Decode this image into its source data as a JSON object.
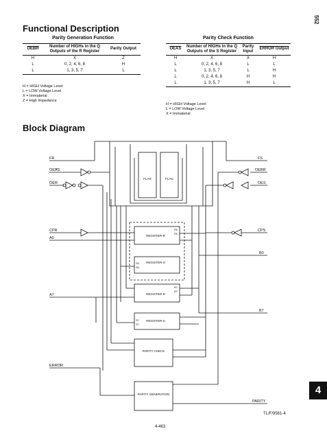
{
  "side_label": "552",
  "functional_description": {
    "heading": "Functional Description",
    "gen_table": {
      "caption": "Parity Generation Function",
      "headers": [
        "OEBR",
        "Number of HIGHs in the Q Outputs of the R Register",
        "Parity Output"
      ],
      "rows": [
        [
          "H",
          "X",
          "Z"
        ],
        [
          "L",
          "0, 2, 4, 6, 8",
          "H"
        ],
        [
          "L",
          "1, 3, 5, 7",
          "L"
        ]
      ],
      "legend": [
        "H = HIGH Voltage Level",
        "L = LOW Voltage Level",
        "X = Immaterial",
        "Z = High Impedance"
      ]
    },
    "chk_table": {
      "caption": "Parity Check Function",
      "headers": [
        "OEAS",
        "Number of HIGHs in the Q Outputs of the S Register",
        "Parity Input",
        "ERROR Output"
      ],
      "rows": [
        [
          "H",
          "X",
          "X",
          "H"
        ],
        [
          "L",
          "0, 2, 4, 6, 8",
          "L",
          "L"
        ],
        [
          "L",
          "1, 3, 5, 7",
          "L",
          "H"
        ],
        [
          "L",
          "0, 2, 4, 6, 8",
          "H",
          "H"
        ],
        [
          "L",
          "1, 3, 5, 7",
          "H",
          "L"
        ]
      ],
      "legend": [
        "H = HIGH Voltage Level",
        "L = LOW Voltage Level",
        "X = Immaterial"
      ]
    }
  },
  "block_diagram": {
    "heading": "Block Diagram",
    "pins": {
      "fr": "FR",
      "oeas": "OEAS",
      "oer": "OER",
      "cpr": "CPR",
      "a0": "A0",
      "a7": "A7",
      "error": "ERROR",
      "fs": "FS",
      "oebr": "OEBR",
      "oes": "OES",
      "cps": "CPS",
      "b0": "B0",
      "b7": "B7",
      "parity": "PARITY"
    },
    "blocks": {
      "flag_left": "FLAG",
      "flag_right": "FLAG",
      "register_r_1": "REGISTER-R",
      "register_s_1": "REGISTER-S",
      "register_r_2": "REGISTER-R",
      "register_s_2": "REGISTER-S",
      "parity_check": "PARITY CHECK",
      "parity_generation": "PARITY GENERATION"
    },
    "register_pins": {
      "r1a": "R0",
      "r1b": "R0",
      "s1a": "S0",
      "s1b": "S0",
      "r2a": "R7",
      "r2b": "R7",
      "s2a": "S7",
      "s2b": "S7"
    }
  },
  "figure_id": "TL/F/9561-4",
  "page_number": "4-463",
  "section_tab": "4"
}
